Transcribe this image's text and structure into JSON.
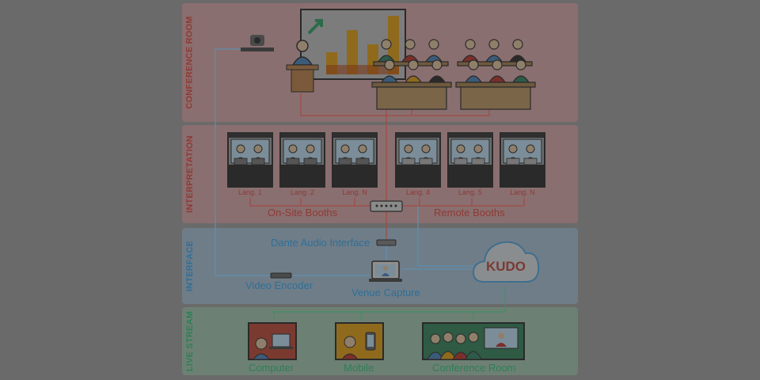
{
  "sections": {
    "conference": "CONFERENCE ROOM",
    "interpretation": "INTERPRETATION",
    "interface": "INTERFACE",
    "livestream": "LIVE STREAM"
  },
  "booths": [
    {
      "label": "Lang. 1"
    },
    {
      "label": "Lang. 2"
    },
    {
      "label": "Lang. N"
    },
    {
      "label": "Lang. 4"
    },
    {
      "label": "Lang. 5"
    },
    {
      "label": "Lang. N"
    }
  ],
  "groups": {
    "onsite": "On-Site Booths",
    "remote": "Remote Booths"
  },
  "interface": {
    "dante": "Dante Audio Interface",
    "encoder": "Video Encoder",
    "capture": "Venue Capture",
    "cloud_logo": "KUDO"
  },
  "live_stream": {
    "computer": "Computer",
    "mobile": "Mobile",
    "conference": "Conference Room"
  },
  "colors": {
    "red": "#8e3a34",
    "blue": "#2f6f97",
    "green": "#2d7f55"
  }
}
